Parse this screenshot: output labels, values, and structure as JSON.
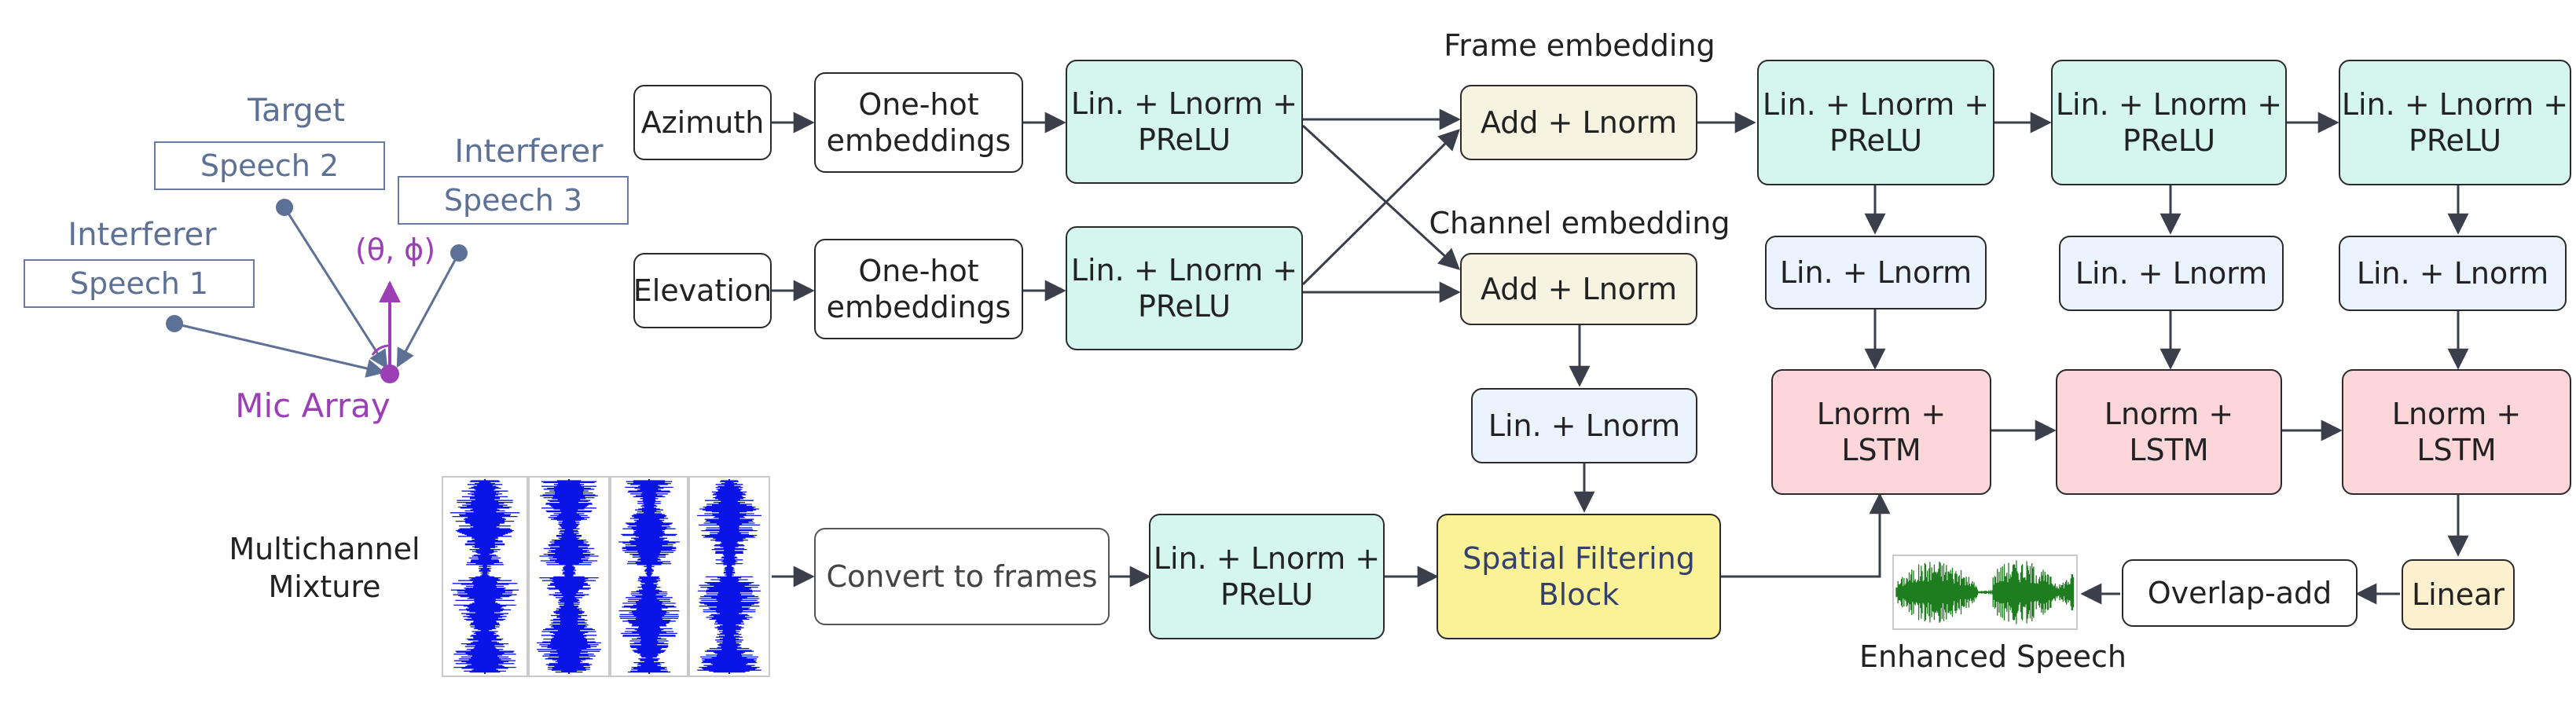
{
  "scene": {
    "target_label": "Target",
    "target_speech": "Speech 2",
    "interferer1_label": "Interferer",
    "interferer1_speech": "Speech 1",
    "interferer3_label": "Interferer",
    "interferer3_speech": "Speech 3",
    "angle_label": "(θ, ϕ)",
    "mic_array": "Mic Array"
  },
  "inputs": {
    "azimuth": "Azimuth",
    "elevation": "Elevation",
    "multichannel": "Multichannel\nMixture"
  },
  "blocks": {
    "onehot_top": "One-hot\nembeddings",
    "onehot_bottom": "One-hot\nembeddings",
    "lin_prelu_top": "Lin. + Lnorm +\nPReLU",
    "lin_prelu_bottom": "Lin. + Lnorm +\nPReLU",
    "frame_embedding": "Frame embedding",
    "channel_embedding": "Channel embedding",
    "add_lnorm_frame": "Add + Lnorm",
    "add_lnorm_channel": "Add + Lnorm",
    "lin_lnorm_mid": "Lin. + Lnorm",
    "convert_frames": "Convert to frames",
    "lin_prelu_frames": "Lin. + Lnorm +\nPReLU",
    "spatial_filter": "Spatial Filtering\nBlock",
    "col1_prelu": "Lin. + Lnorm +\nPReLU",
    "col2_prelu": "Lin. + Lnorm +\nPReLU",
    "col3_prelu": "Lin. + Lnorm +\nPReLU",
    "col1_lin": "Lin. + Lnorm",
    "col2_lin": "Lin. + Lnorm",
    "col3_lin": "Lin. + Lnorm",
    "col1_lstm": "Lnorm +\nLSTM",
    "col2_lstm": "Lnorm +\nLSTM",
    "col3_lstm": "Lnorm +\nLSTM",
    "linear": "Linear",
    "overlap_add": "Overlap-add",
    "enhanced_speech": "Enhanced Speech"
  },
  "colors": {
    "teal": "#d5f6ef",
    "cream": "#f7f3e1",
    "blue": "#ebf3fe",
    "pink": "#fcd6d8",
    "yellow": "#fbf197",
    "slate": "#5d7096",
    "purple": "#9b3fb5",
    "wave_blue": "#0a14e6",
    "wave_green": "#1e7d1e"
  }
}
